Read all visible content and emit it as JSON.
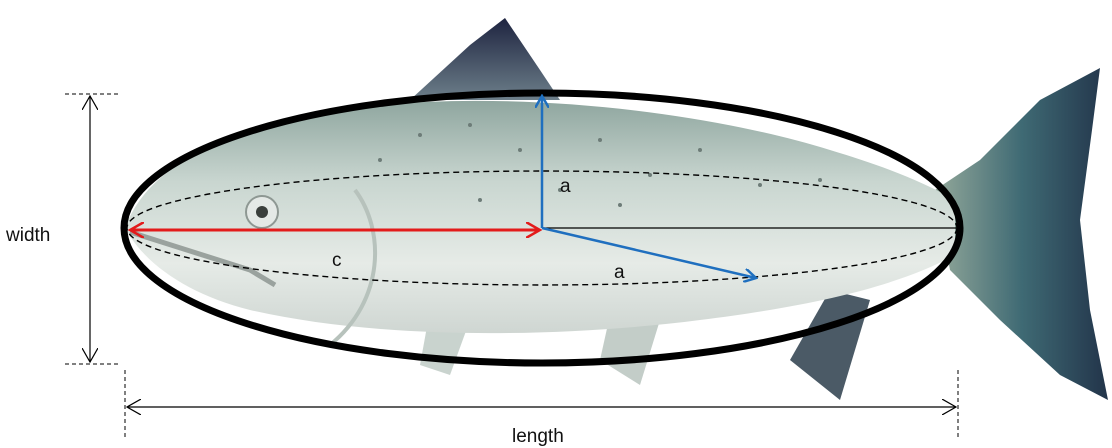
{
  "labels": {
    "width": "width",
    "length": "length",
    "semi_axis_vertical": "a",
    "semi_axis_diagonal": "a",
    "focal_distance": "c"
  },
  "colors": {
    "ellipse_outline": "#000000",
    "semi_axis_arrows": "#1f6fbf",
    "focal_arrow": "#e31b1b",
    "dimension_lines": "#000000",
    "fish_body": "#d9e2dc",
    "fish_back": "#9fb5ae",
    "fish_fins_dark": "#2d3a55",
    "fish_tail": "#5f7f80"
  },
  "illustration": {
    "subject": "salmon",
    "overlay_shape": "ellipse"
  }
}
